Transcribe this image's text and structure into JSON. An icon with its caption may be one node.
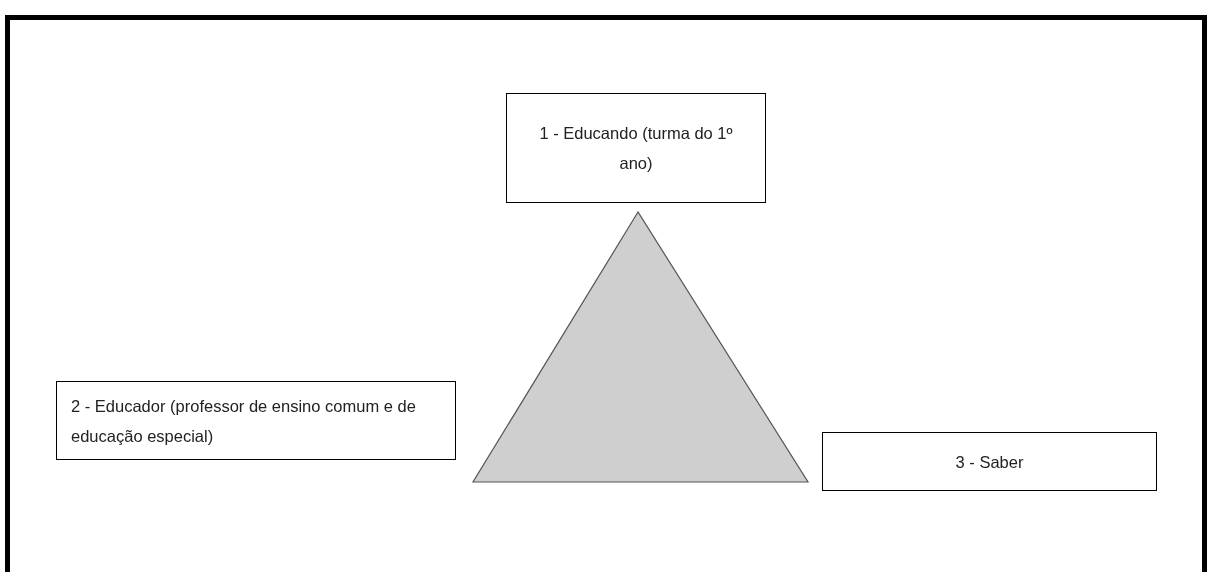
{
  "diagram": {
    "nodes": [
      {
        "text": [
          "1 - Educando (turma do 1º ano)"
        ]
      },
      {
        "text": [],
        "shape": "triangle"
      },
      {
        "text": [
          "2 - Educador (professor de ensino comum e de educação especial)"
        ]
      },
      {
        "text": [
          "3 - Saber"
        ]
      }
    ]
  }
}
